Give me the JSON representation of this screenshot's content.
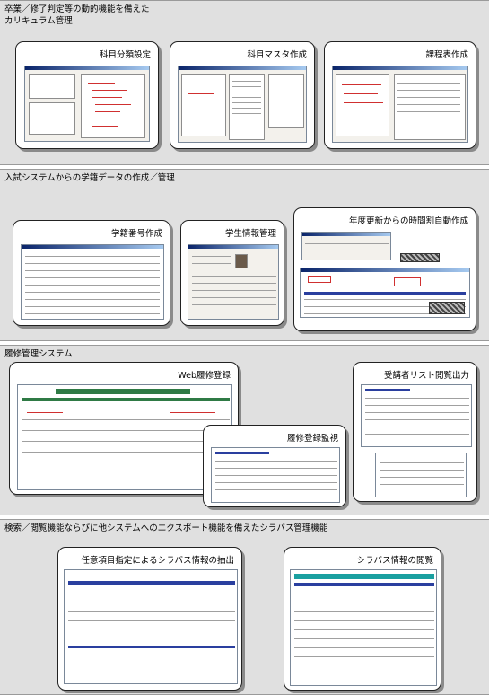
{
  "sections": [
    {
      "title": "卒業／修了判定等の動的機能を備えた\nカリキュラム管理",
      "cards": [
        "科目分類設定",
        "科目マスタ作成",
        "課程表作成"
      ]
    },
    {
      "title": "入試システムからの学籍データの作成／管理",
      "cards": [
        "学籍番号作成",
        "学生情報管理",
        "年度更新からの時間割自動作成"
      ]
    },
    {
      "title": "履修管理システム",
      "cards": [
        "Web履修登録",
        "受講者リスト閲覧出力",
        "履修登録監視"
      ]
    },
    {
      "title": "検索／閲覧機能ならびに他システムへのエクスポート機能を備えたシラバス管理機能",
      "cards": [
        "任意項目指定によるシラバス情報の抽出",
        "シラバス情報の閲覧"
      ]
    }
  ],
  "colors": {
    "band": "#e0e0e0",
    "web_header": "#1f7a3e",
    "syllabus_header": "#2a3f9f",
    "syllabus_view": "#1aa0a0"
  }
}
